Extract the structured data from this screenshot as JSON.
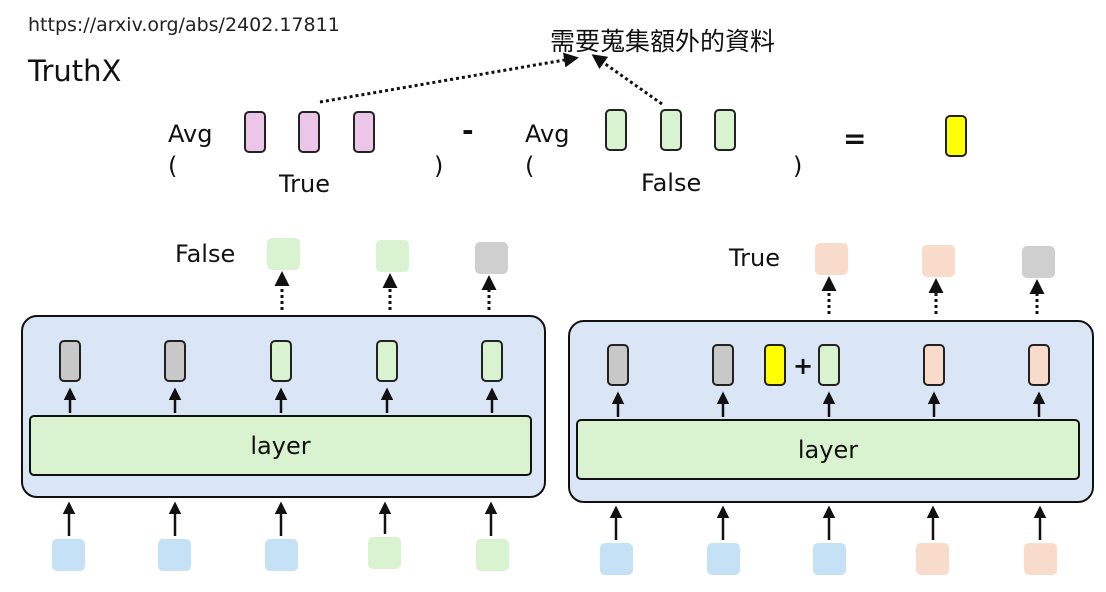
{
  "url": "https://arxiv.org/abs/2402.17811",
  "title": "TruthX",
  "note": "需要蒐集額外的資料",
  "equation": {
    "avg_left": "Avg",
    "paren_open_left": "(",
    "true_label": "True",
    "paren_close_left": ")",
    "minus": "-",
    "avg_right": "Avg",
    "paren_open_right": "(",
    "false_label": "False",
    "paren_close_right": ")",
    "equals": "="
  },
  "left_diagram": {
    "output_label": "False",
    "layer_label": "layer"
  },
  "right_diagram": {
    "output_label": "True",
    "layer_label": "layer",
    "plus": "+"
  },
  "colors": {
    "pink": "#ebc6e9",
    "green": "#d9f2d0",
    "gray": "#c8c8c8",
    "peach": "#f9dbcb",
    "yellow": "#ffff00",
    "blue": "#c4e1f5",
    "panel": "#dae6f5"
  }
}
